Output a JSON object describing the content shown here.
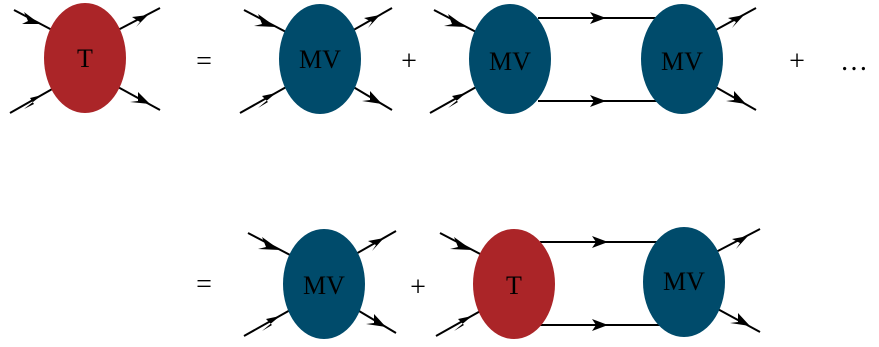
{
  "colors": {
    "t_vertex": "#ab2528",
    "mv_vertex": "#004b6b",
    "line": "#000000"
  },
  "equation_row_1": {
    "lhs_label": "T",
    "equals": "=",
    "term1_label": "MV",
    "plus1": "+",
    "term2_left_label": "MV",
    "term2_right_label": "MV",
    "plus2": "+",
    "ellipsis": "…"
  },
  "equation_row_2": {
    "equals": "=",
    "term1_label": "MV",
    "plus1": "+",
    "term2_left_label": "T",
    "term2_right_label": "MV"
  }
}
